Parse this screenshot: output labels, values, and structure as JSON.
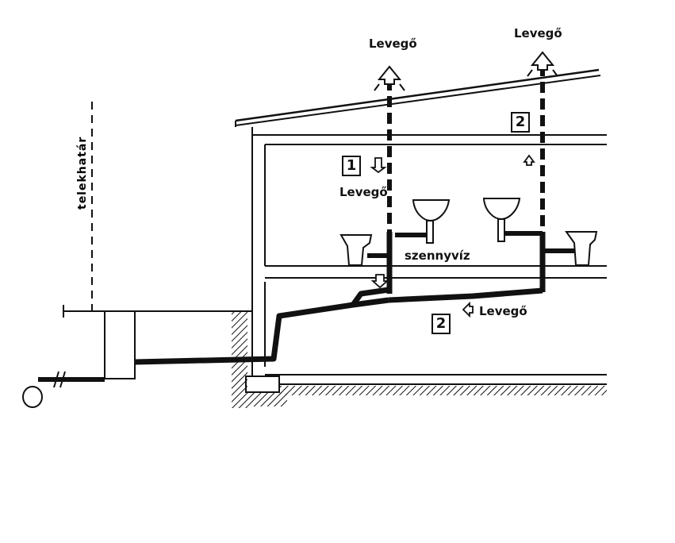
{
  "labels": {
    "air_top_left": "Levegő",
    "air_top_right": "Levegő",
    "air_middle": "Levegő",
    "air_bottom": "Levegő",
    "sewage": "szennyvíz",
    "property_line": "telekhatár",
    "box_1": "1",
    "box_2_upper": "2",
    "box_2_lower": "2"
  },
  "colors": {
    "ink": "#111111",
    "background": "#ffffff"
  }
}
